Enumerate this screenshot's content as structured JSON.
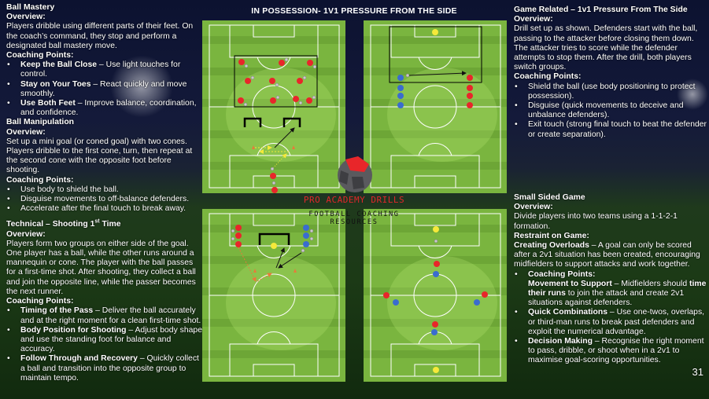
{
  "title": "IN POSSESSION- 1V1 PRESSURE FROM THE SIDE",
  "page_number": "31",
  "brand": {
    "name": "PRO ACADEMY DRILLS",
    "tagline": "FOOTBALL COACHING RESOURCES"
  },
  "colors": {
    "red": "#e8262a",
    "blue": "#3a6ccf",
    "yellow": "#f5e93a",
    "pitch": "#7ab53f"
  },
  "left_top": {
    "s1_title": "Ball Mastery",
    "s1_ov_label": "Overview:",
    "s1_ov": "Players dribble using different parts of their feet. On the coach’s command, they stop and perform a designated ball mastery move.",
    "s1_cp_label": "Coaching Points:",
    "s1_points": [
      {
        "b": "Keep the Ball Close",
        "t": " – Use light touches for control."
      },
      {
        "b": "Stay on Your Toes",
        "t": " – React quickly and move smoothly."
      },
      {
        "b": "Use Both Feet",
        "t": " – Improve balance, coordination, and confidence."
      }
    ],
    "s2_title": "Ball Manipulation",
    "s2_ov_label": "Overview:",
    "s2_ov": "Set up a mini goal (or coned goal) with two cones. Players dribble to the first cone, turn, then repeat at the second cone with the opposite foot before shooting.",
    "s2_cp_label": "Coaching Points:",
    "s2_points": [
      "Use body to shield the ball.",
      "Disguise movements to off-balance defenders.",
      "Accelerate after the final touch to break away."
    ]
  },
  "left_bottom": {
    "title": "Technical – Shooting 1",
    "title_sup": "st",
    "title_end": " Time",
    "ov_label": "Overview:",
    "ov": "Players form two groups on either side of the goal. One player has a ball, while the other runs around a mannequin or cone. The player with the ball passes for a first-time shot. After shooting, they collect a ball and join the opposite line, while the passer becomes the next runner.",
    "cp_label": "Coaching Points:",
    "points": [
      {
        "b": "Timing of the Pass",
        "t": " – Deliver the ball accurately and at the right moment for a clean first-time shot."
      },
      {
        "b": "Body Position for Shooting",
        "t": " – Adjust body shape and use the standing foot for balance and accuracy."
      },
      {
        "b": "Follow Through and Recovery",
        "t": " – Quickly collect a ball and transition into the opposite group to maintain tempo."
      }
    ]
  },
  "right_top": {
    "title": "Game Related – 1v1 Pressure From The Side",
    "ov_label": "Overview:",
    "ov": "Drill set up as shown. Defenders start with the ball, passing to the attacker before closing them down. The attacker tries to score while the defender attempts to stop them. After the drill, both players switch groups.",
    "cp_label": "Coaching Points:",
    "points": [
      "Shield the ball (use body positioning to protect possession).",
      "Disguise (quick movements to deceive and unbalance defenders).",
      "Exit touch (strong final touch to beat the defender or create separation)."
    ]
  },
  "right_bottom": {
    "title": "Small Sided Game",
    "ov_label": "Overview:",
    "ov": "Divide players into two teams using a 1-1-2-1 formation.",
    "restraint_label": "Restraint on Game:",
    "restraint_b": "Creating Overloads",
    "restraint_t": " – A goal can only be scored after a 2v1 situation has been created, encouraging midfielders to support attacks and work together.",
    "cp_label": "Coaching Points:",
    "p1_b": "Movement to Support",
    "p1_t": " – Midfielders should ",
    "p1_b2": "time their runs",
    "p1_t2": " to join the attack and create 2v1 situations against defenders.",
    "points": [
      {
        "b": "Quick Combinations",
        "t": " – Use one-twos, overlaps, or third-man runs to break past defenders and exploit the numerical advantage."
      },
      {
        "b": "Decision Making",
        "t": " – Recognise the right moment to pass, dribble, or shoot when in a 2v1 to maximise goal-scoring opportunities."
      }
    ]
  }
}
